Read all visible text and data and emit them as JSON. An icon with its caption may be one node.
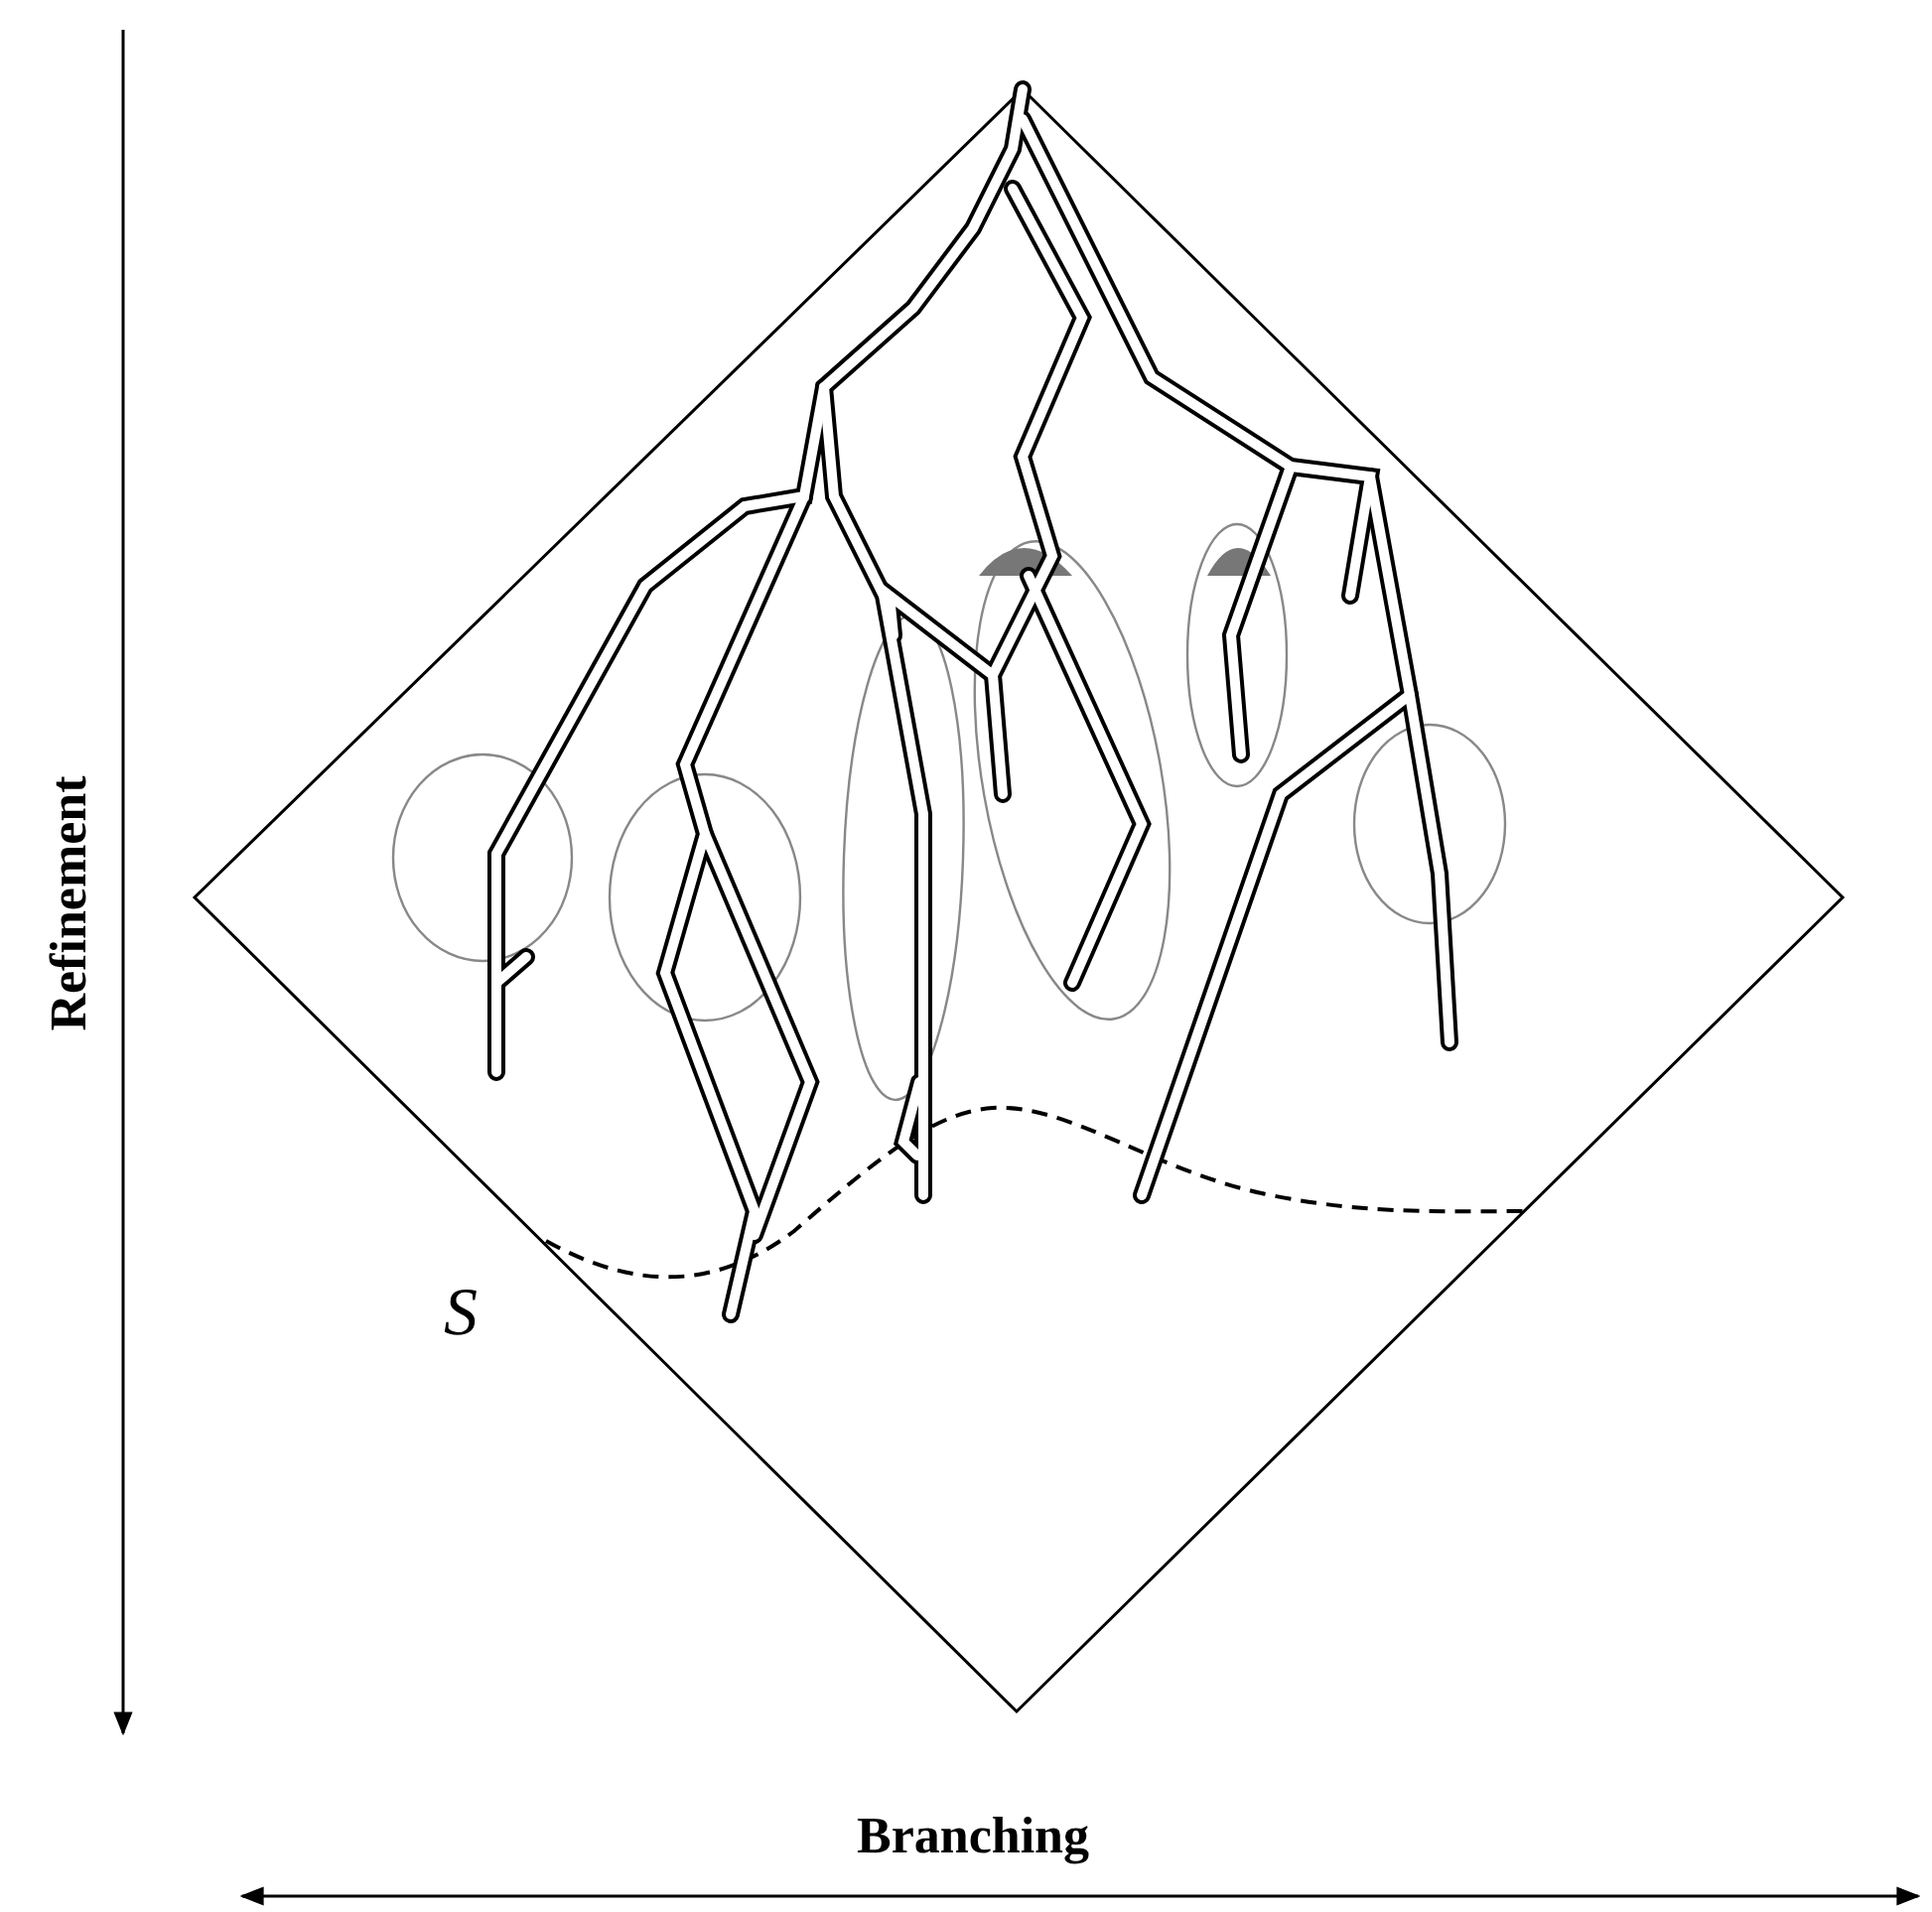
{
  "diagram": {
    "labels": [
      "Refinement",
      "Branching",
      "S"
    ]
  }
}
